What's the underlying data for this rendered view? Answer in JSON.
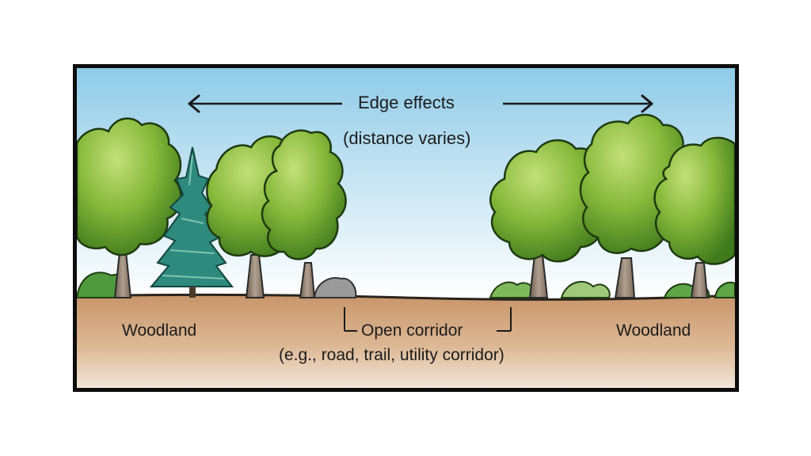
{
  "labels": {
    "edge_effects": "Edge effects",
    "distance_varies": "(distance varies)",
    "woodland_left": "Woodland",
    "open_corridor": "Open corridor",
    "corridor_examples": "(e.g., road, trail, utility corridor)",
    "woodland_right": "Woodland"
  },
  "colors": {
    "frame": "#0d0d0d",
    "sky_top": "#8ecbe8",
    "sky_bottom": "#ffffff",
    "ground_top": "#c8956a",
    "ground_bottom": "#f2e6d8",
    "foliage": "#86b83a",
    "foliage_dark": "#3f7a1c",
    "trunk": "#8a7a6a",
    "conifer": "#2e8a7c",
    "shrub": "#4f9a3c",
    "rock": "#8f8f8f"
  },
  "icons": {
    "edge_arrow_left": "arrow-left-icon",
    "edge_arrow_right": "arrow-right-icon",
    "corridor_marker_left": "corridor-boundary-marker-icon",
    "corridor_marker_right": "corridor-boundary-marker-icon"
  }
}
